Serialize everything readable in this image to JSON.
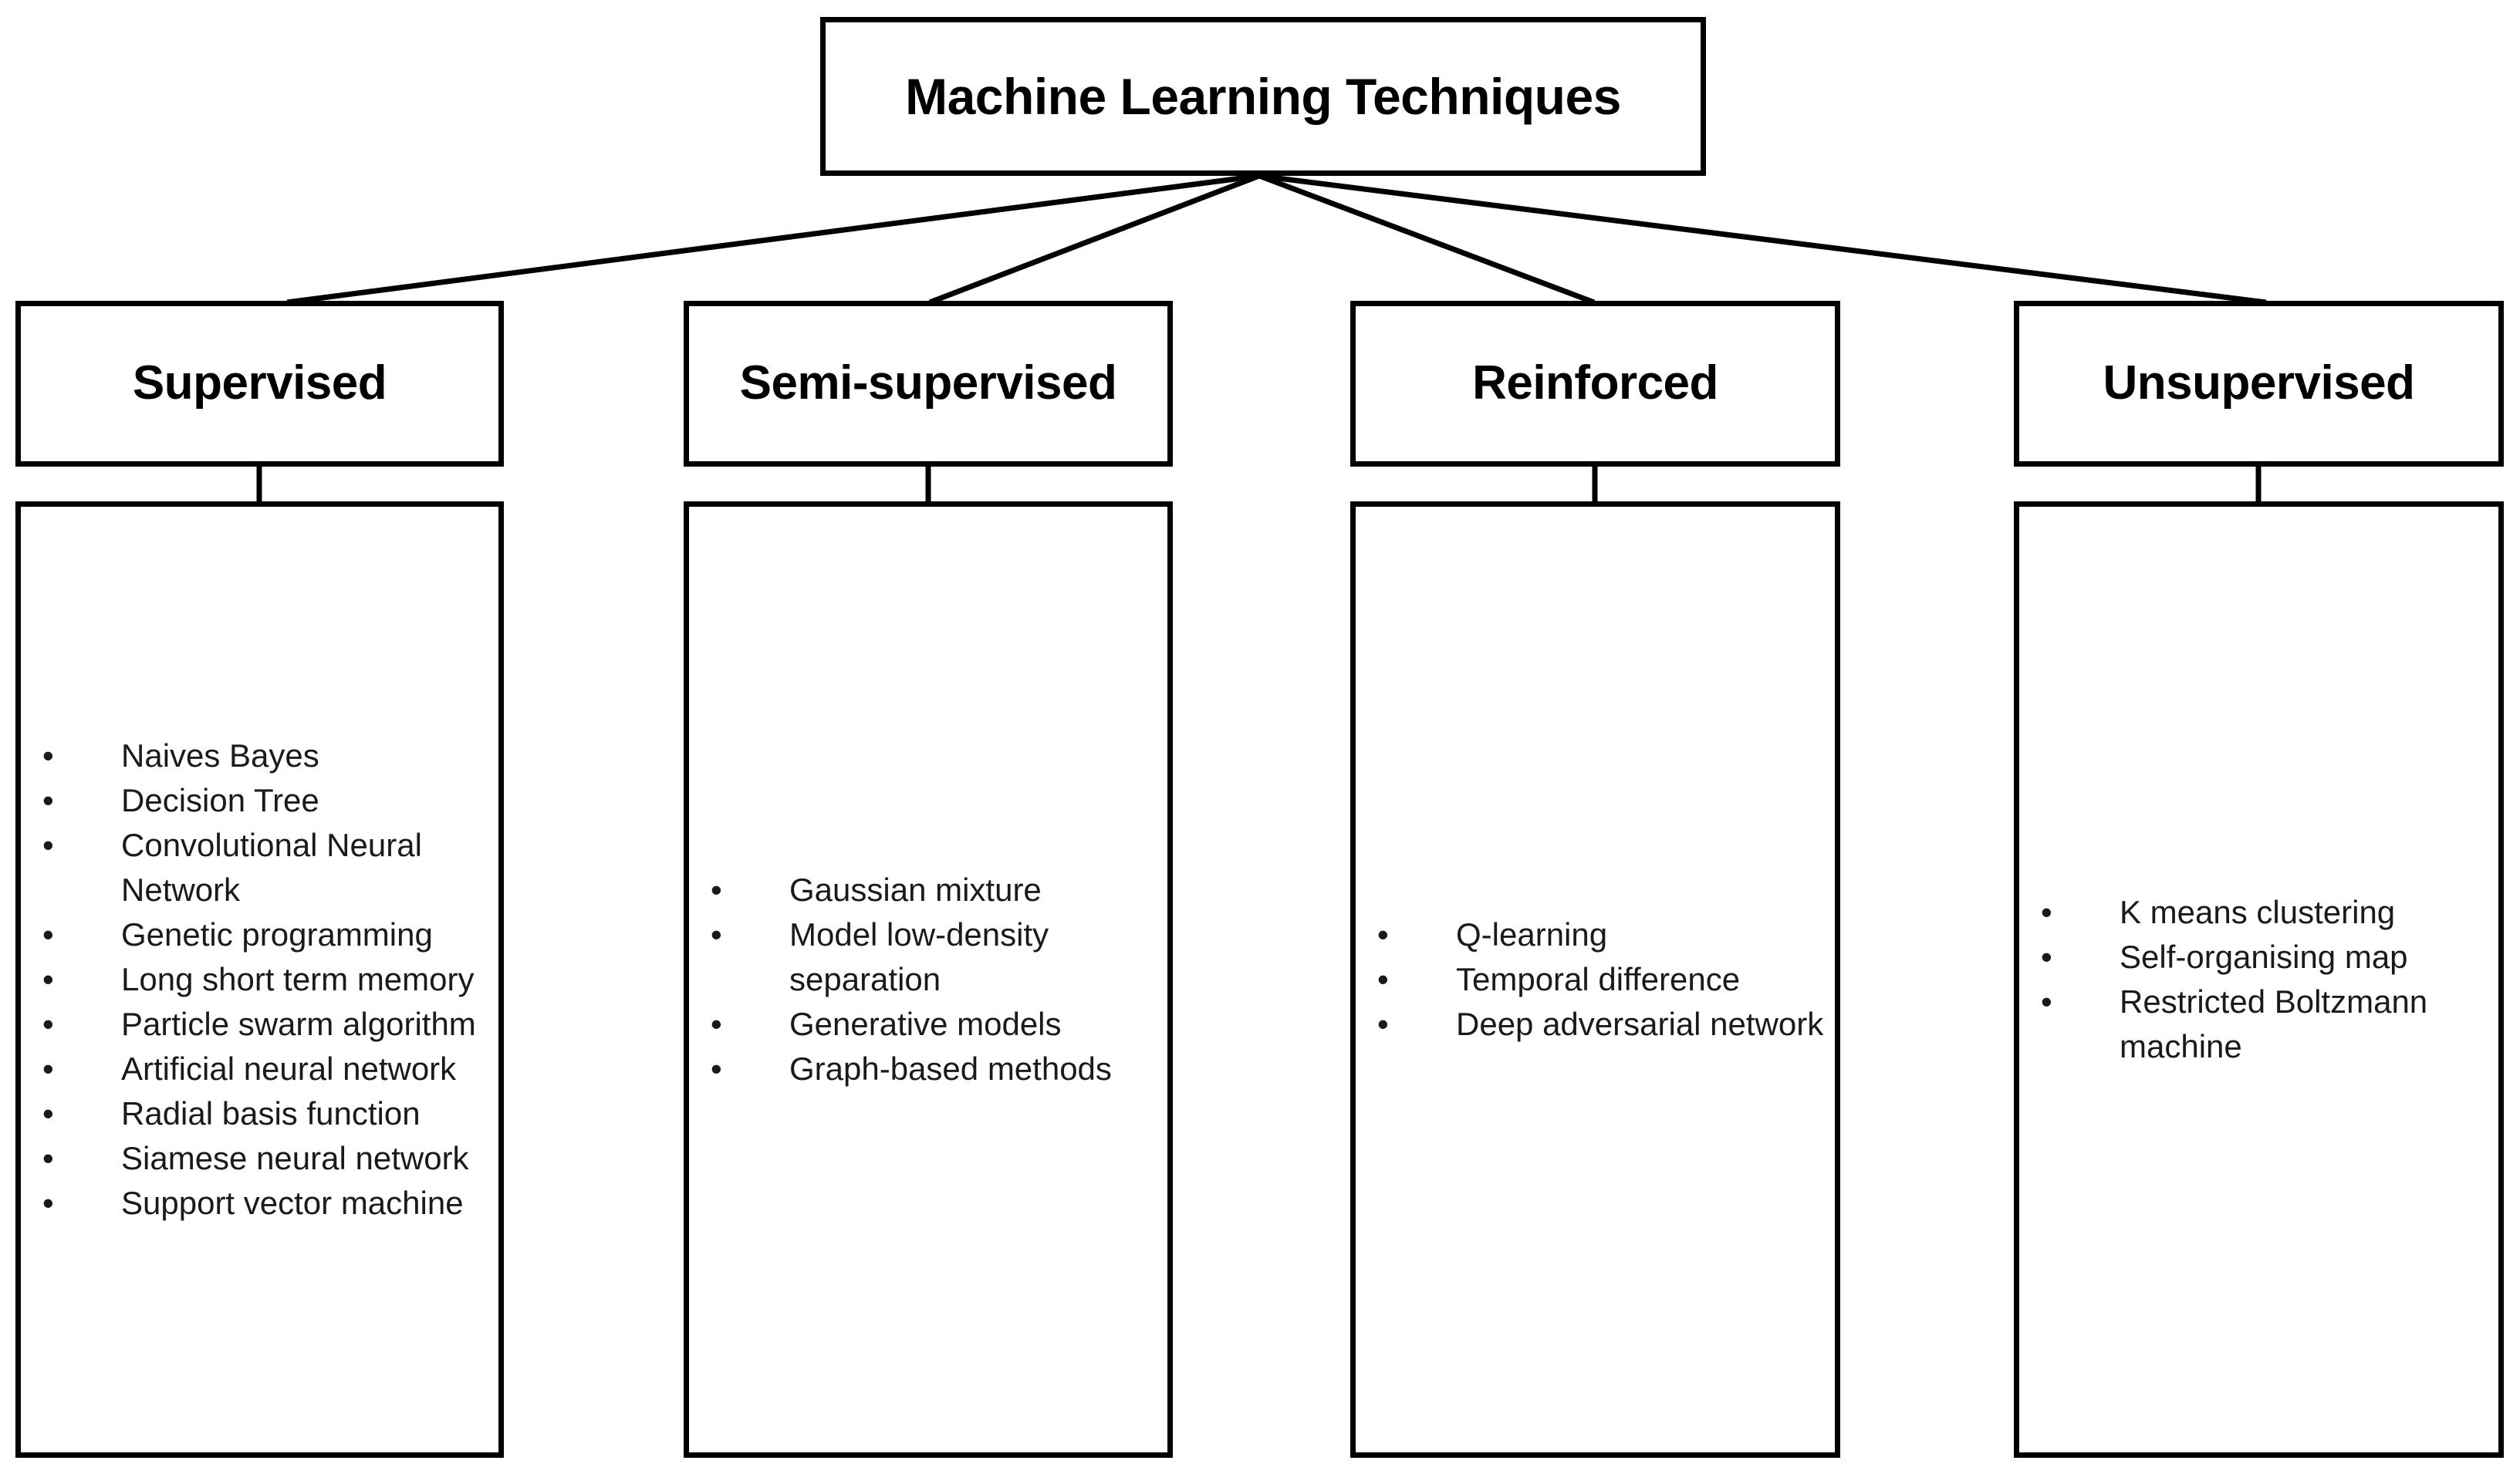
{
  "root": {
    "title": "Machine Learning Techniques"
  },
  "categories": [
    {
      "name": "Supervised",
      "bullet": "•",
      "items": [
        "Naives Bayes",
        "Decision Tree",
        "Convolutional Neural Network",
        "Genetic programming",
        "Long short term memory",
        "Particle swarm algorithm",
        "Artificial neural network",
        "Radial basis function",
        "Siamese neural network",
        "Support vector machine"
      ]
    },
    {
      "name": "Semi-supervised",
      "bullet": "•",
      "items": [
        "Gaussian mixture",
        "Model low-density separation",
        "Generative models",
        "Graph-based methods"
      ]
    },
    {
      "name": "Reinforced",
      "bullet": "•",
      "items": [
        "Q-learning",
        "Temporal difference",
        "Deep adversarial network"
      ]
    },
    {
      "name": "Unsupervised",
      "bullet": "•",
      "items": [
        "K means clustering",
        "Self-organising map",
        "Restricted Boltzmann machine"
      ]
    }
  ],
  "style": {
    "line_color": "#000000",
    "box_border_color": "#000000",
    "background_color": "#ffffff",
    "text_color": "#1a1a1a"
  }
}
